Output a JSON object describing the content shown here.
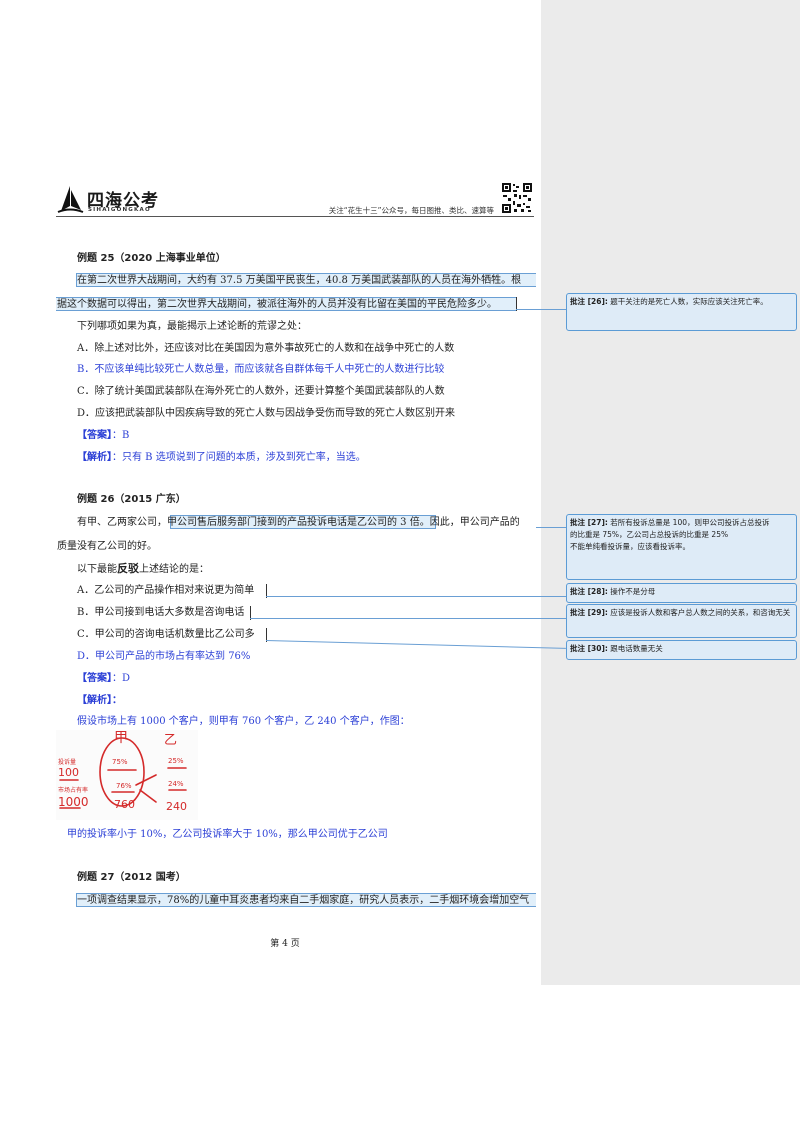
{
  "header": {
    "logo_text": "四海公考",
    "logo_sub": "SIHAIGONGKAO",
    "tagline": "关注“花生十三”公众号，每日图推、类比、速算等"
  },
  "comment_pane": {
    "title": "Formatted"
  },
  "q25": {
    "title": "例题 25（2020 上海事业单位）",
    "stem1": "在第二次世界大战期间，大约有 37.5 万美国平民丧生，40.8 万美国武装部队的人员在海外牺牲。根",
    "stem2": "据这个数据可以得出，第二次世界大战期间，被派往海外的人员并没有比留在美国的平民危险多少。",
    "prompt": "下列哪项如果为真，最能揭示上述论断的荒谬之处：",
    "options": [
      "A．除上述对比外，还应该对比在美国因为意外事故死亡的人数和在战争中死亡的人数",
      "B．不应该单纯比较死亡人数总量，而应该就各自群体每千人中死亡的人数进行比较",
      "C．除了统计美国武装部队在海外死亡的人数外，还要计算整个美国武装部队的人数",
      "D．应该把武装部队中因疾病导致的死亡人数与因战争受伤而导致的死亡人数区别开来"
    ],
    "answer_label": "【答案】",
    "answer": "：B",
    "analysis_label": "【解析】",
    "analysis": "：只有 B 选项说到了问题的本质，涉及到死亡率，当选。"
  },
  "q26": {
    "title": "例题 26（2015 广东）",
    "stem1_pre": "有甲、乙两家公司，",
    "stem1_hl": "甲公司售后服务部门接到的产品投诉电话是乙公司的 3 倍。",
    "stem1_post": "因此，甲公司产品的",
    "stem2": "质量没有乙公司的好。",
    "prompt_pre": "以下最能",
    "prompt_bold": "反驳",
    "prompt_post": "上述结论的是：",
    "options": [
      "A．乙公司的产品操作相对来说更为简单",
      "B．甲公司接到电话大多数是咨询电话",
      "C．甲公司的咨询电话机数量比乙公司多",
      "D．甲公司产品的市场占有率达到 76%"
    ],
    "answer_label": "【答案】",
    "answer": "：D",
    "analysis_label": "【解析】",
    "analysis_colon": "：",
    "analysis_text": "假设市场上有 1000 个客户，则甲有 760 个客户，乙 240 个客户，作图：",
    "conclusion": "甲的投诉率小于 10%，乙公司投诉率大于 10%，那么甲公司优于乙公司"
  },
  "sketch": {
    "jia": "甲",
    "yi": "乙",
    "n75": "75%",
    "n25": "25%",
    "n760": "760",
    "n240": "240",
    "n1000": "1000",
    "n100": "100",
    "label_complaints": "投诉量",
    "label_share": "市场占有率",
    "n76": "76%",
    "n24": "24%"
  },
  "q27": {
    "title": "例题 27（2012 国考）",
    "stem1": "一项调查结果显示，78%的儿童中耳炎患者均来自二手烟家庭，研究人员表示，二手烟环境会增加空气"
  },
  "comments": [
    {
      "label": "批注 [26]:",
      "text": " 题干关注的是死亡人数，实际应该关注死亡率。"
    },
    {
      "label": "批注 [27]:",
      "text": " 若所有投诉总量是 100，则甲公司投诉占总投诉",
      "line2": "的比重是 75%，乙公司占总投诉的比重是 25%",
      "line3": "不能单纯看投诉量，应该看投诉率。"
    },
    {
      "label": "批注 [28]:",
      "text": " 操作不是分母"
    },
    {
      "label": "批注 [29]:",
      "text": " 应该是投诉人数和客户总人数之间的关系，和咨询无关"
    },
    {
      "label": "批注 [30]:",
      "text": " 跟电话数量无关"
    }
  ],
  "footer": {
    "page": "第 4 页"
  }
}
